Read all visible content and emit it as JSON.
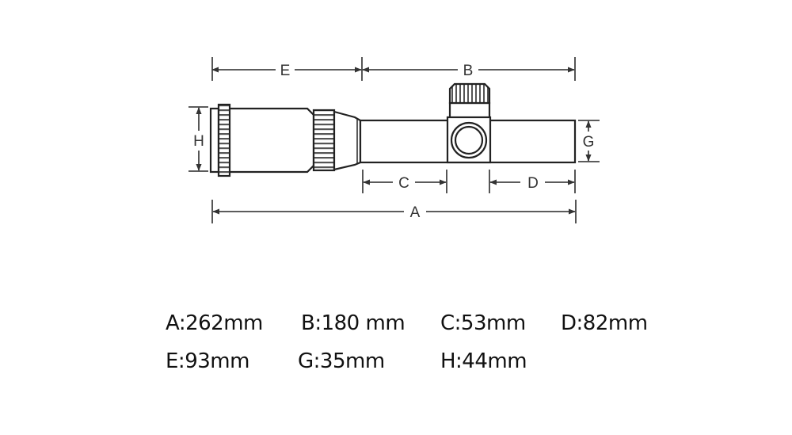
{
  "diagram": {
    "subject": "riflescope dimension drawing",
    "dimension_labels": {
      "A": "A",
      "B": "B",
      "C": "C",
      "D": "D",
      "E": "E",
      "G": "G",
      "H": "H"
    }
  },
  "specs": {
    "row1": [
      {
        "key": "A",
        "text": "A:262mm"
      },
      {
        "key": "B",
        "text": "B:180 mm"
      },
      {
        "key": "C",
        "text": "C:53mm"
      },
      {
        "key": "D",
        "text": "D:82mm"
      }
    ],
    "row2": [
      {
        "key": "E",
        "text": "E:93mm"
      },
      {
        "key": "G",
        "text": "G:35mm"
      },
      {
        "key": "H",
        "text": "H:44mm"
      }
    ]
  },
  "colors": {
    "line": "#222222",
    "dim_line": "#444444",
    "background": "#ffffff"
  }
}
